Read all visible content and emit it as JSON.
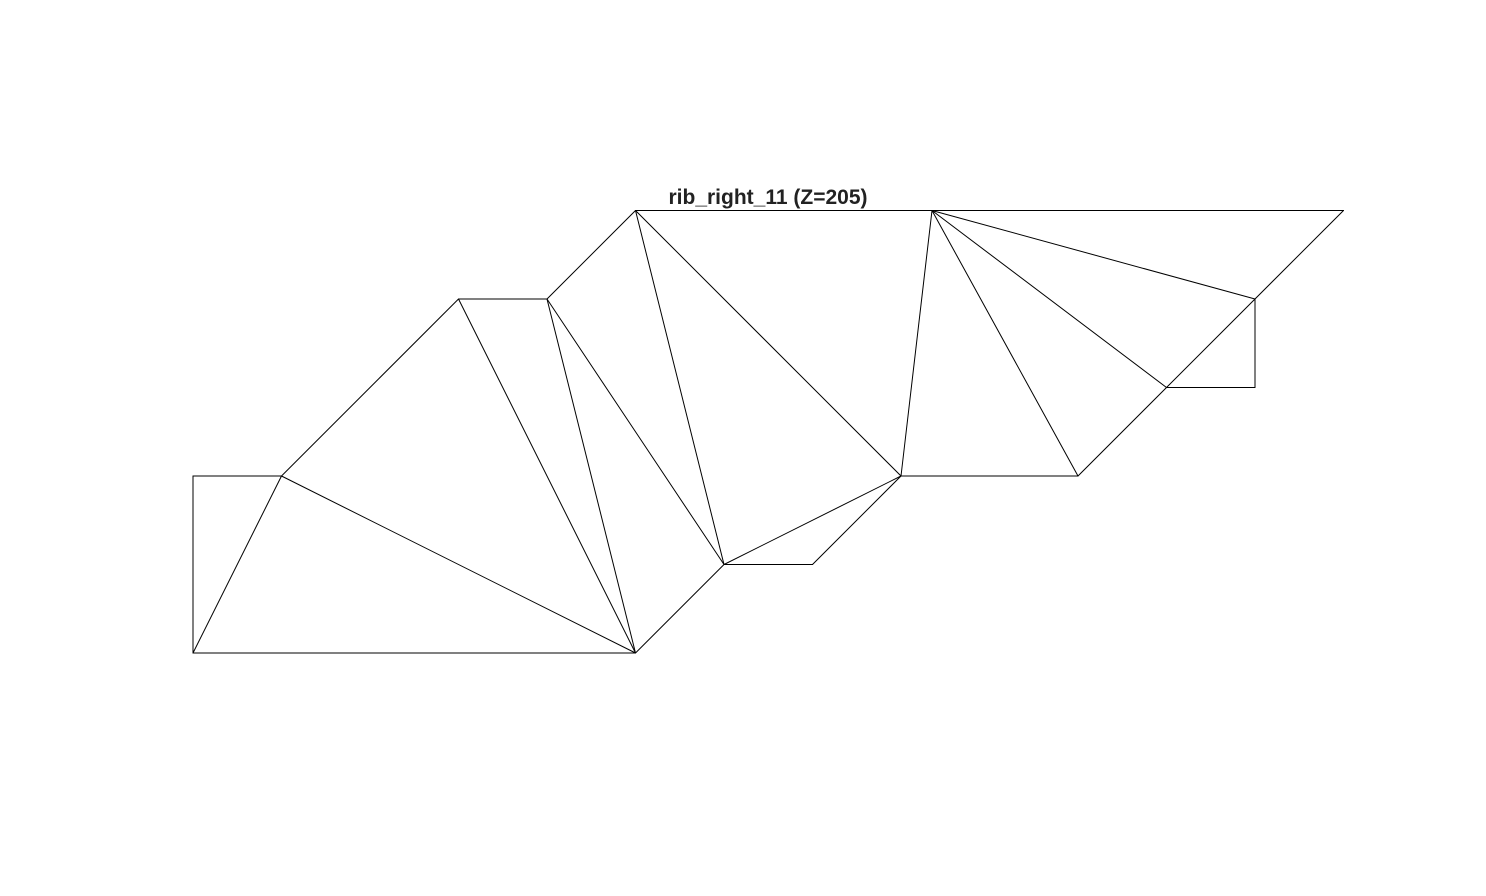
{
  "figure": {
    "title": "rib_right_11 (Z=205)"
  },
  "mesh": {
    "edge_color": "#000000",
    "vertices": [
      {
        "id": "v0",
        "x": 0,
        "y": 0
      },
      {
        "id": "v1",
        "x": 0,
        "y": 2
      },
      {
        "id": "v2",
        "x": 1,
        "y": 2
      },
      {
        "id": "v3",
        "x": 3,
        "y": 4
      },
      {
        "id": "v4",
        "x": 4,
        "y": 4
      },
      {
        "id": "v5",
        "x": 5,
        "y": 5
      },
      {
        "id": "v6",
        "x": 5,
        "y": 0
      },
      {
        "id": "v7",
        "x": 6,
        "y": 1
      },
      {
        "id": "v8",
        "x": 7,
        "y": 1
      },
      {
        "id": "v9",
        "x": 8,
        "y": 2
      },
      {
        "id": "v10",
        "x": 8.35,
        "y": 5
      },
      {
        "id": "v11",
        "x": 10,
        "y": 2
      },
      {
        "id": "v12",
        "x": 11,
        "y": 3
      },
      {
        "id": "v13",
        "x": 12,
        "y": 4
      },
      {
        "id": "v14",
        "x": 12,
        "y": 3
      },
      {
        "id": "v15",
        "x": 13,
        "y": 5
      }
    ],
    "edges": [
      [
        "v0",
        "v1"
      ],
      [
        "v1",
        "v2"
      ],
      [
        "v0",
        "v2"
      ],
      [
        "v0",
        "v6"
      ],
      [
        "v2",
        "v6"
      ],
      [
        "v2",
        "v3"
      ],
      [
        "v3",
        "v6"
      ],
      [
        "v3",
        "v4"
      ],
      [
        "v4",
        "v6"
      ],
      [
        "v4",
        "v5"
      ],
      [
        "v4",
        "v7"
      ],
      [
        "v6",
        "v7"
      ],
      [
        "v5",
        "v7"
      ],
      [
        "v7",
        "v8"
      ],
      [
        "v8",
        "v9"
      ],
      [
        "v7",
        "v9"
      ],
      [
        "v5",
        "v9"
      ],
      [
        "v5",
        "v10"
      ],
      [
        "v9",
        "v10"
      ],
      [
        "v9",
        "v11"
      ],
      [
        "v10",
        "v11"
      ],
      [
        "v11",
        "v12"
      ],
      [
        "v10",
        "v12"
      ],
      [
        "v10",
        "v13"
      ],
      [
        "v12",
        "v13"
      ],
      [
        "v12",
        "v14"
      ],
      [
        "v14",
        "v13"
      ],
      [
        "v13",
        "v15"
      ],
      [
        "v10",
        "v15"
      ]
    ]
  }
}
